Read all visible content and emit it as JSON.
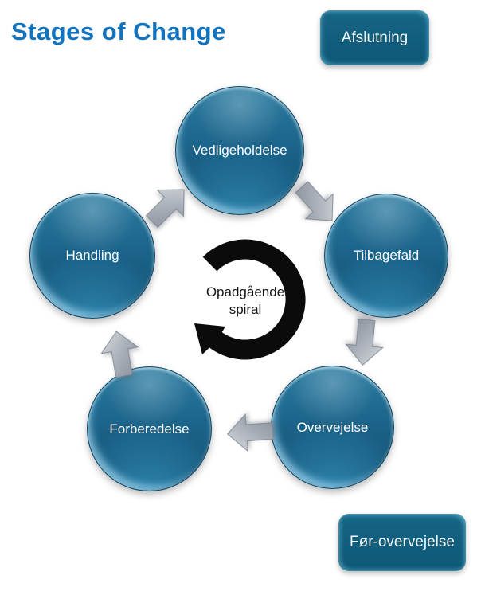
{
  "header": {
    "title": "Stages of Change"
  },
  "buttons": {
    "afslutning": {
      "label": "Afslutning"
    },
    "for_overvejelse": {
      "label": "Før-overvejelse"
    }
  },
  "cycle": {
    "stages": [
      {
        "id": "vedligeholdelse",
        "label": "Vedligeholdelse"
      },
      {
        "id": "tilbagefald",
        "label": "Tilbagefald"
      },
      {
        "id": "overvejelse",
        "label": "Overvejelse"
      },
      {
        "id": "forberedelse",
        "label": "Forberedelse"
      },
      {
        "id": "handling",
        "label": "Handling"
      }
    ],
    "center": {
      "line1": "Opadgående",
      "line2": "spiral"
    },
    "direction": "clockwise",
    "arrows": [
      {
        "from": "handling",
        "to": "vedligeholdelse"
      },
      {
        "from": "vedligeholdelse",
        "to": "tilbagefald"
      },
      {
        "from": "tilbagefald",
        "to": "overvejelse"
      },
      {
        "from": "overvejelse",
        "to": "forberedelse"
      },
      {
        "from": "forberedelse",
        "to": "handling"
      }
    ]
  },
  "colors": {
    "title": "#1173BE",
    "stage_fill": "#17618A",
    "stage_text": "#FFFFFF",
    "button_fill": "#115D7D",
    "arrow_gray": "#9AA0AA",
    "spiral": "#0B0B0B"
  }
}
